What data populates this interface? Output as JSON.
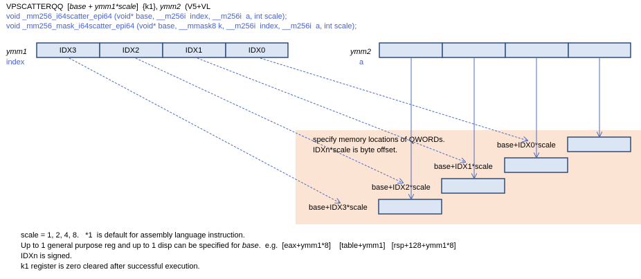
{
  "header": {
    "instr_prefix": "VPSCATTERQQ  [",
    "instr_operand": "base + ymm1*scale",
    "instr_mid": "]  {k1}, ",
    "instr_reg": "ymm2",
    "instr_suffix": "  (V5+VL",
    "proto1": "void _mm256_i64scatter_epi64 (void* base, __m256i  index, __m256i  a, int scale);",
    "proto2": "void _mm256_mask_i64scatter_epi64 (void* base, __mmask8 k, __m256i  index, __m256i  a, int scale);"
  },
  "ymm1": {
    "reg_label": "ymm1",
    "var_label": "index",
    "cells": [
      "IDX3",
      "IDX2",
      "IDX1",
      "IDX0"
    ]
  },
  "ymm2": {
    "reg_label": "ymm2",
    "var_label": "a"
  },
  "memory": {
    "note_line1": "specify memory  locations of QWORDs.",
    "note_line2": "IDXn*scale is byte offset.",
    "labels": [
      "base+IDX0*scale",
      "base+IDX1*scale",
      "base+IDX2*scale",
      "base+IDX3*scale"
    ]
  },
  "notes": {
    "line1": "scale = 1, 2, 4, 8.   *1  is default for assembly language instruction.",
    "line2_a": "Up to 1 general purpose reg and up to 1 disp can be specified for ",
    "line2_b": "base",
    "line2_c": ".  e.g.  [eax+ymm1*8]    [table+ymm1]   [rsp+128+ymm1*8]",
    "line3": "IDXn is signed.",
    "line4": "k1 register is zero cleared after successful execution."
  },
  "colors": {
    "cell_fill": "#dbe5f4",
    "cell_border": "#2e4d7b",
    "region_fill": "#fce4d5",
    "arrow": "#4a6bbf",
    "blue_text": "#4a62c8"
  }
}
